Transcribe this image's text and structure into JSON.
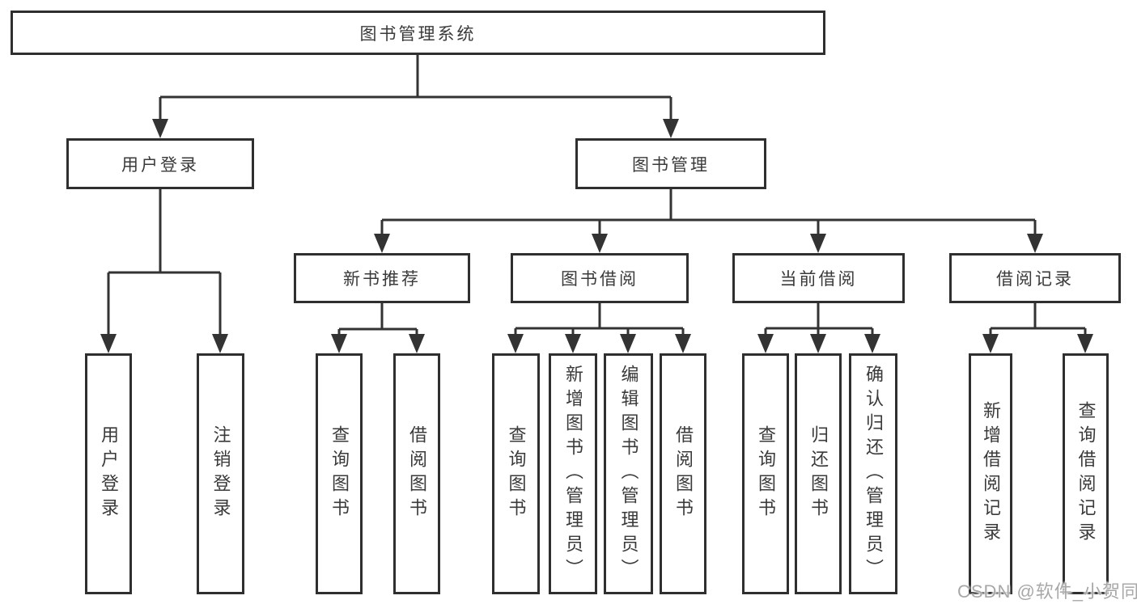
{
  "diagram_title": "图书管理系统",
  "tree": {
    "label": "图书管理系统",
    "children": [
      {
        "label": "用户登录",
        "children": [
          {
            "label": "用户登录"
          },
          {
            "label": "注销登录"
          }
        ]
      },
      {
        "label": "图书管理",
        "children": [
          {
            "label": "新书推荐",
            "children": [
              {
                "label": "查询图书"
              },
              {
                "label": "借阅图书"
              }
            ]
          },
          {
            "label": "图书借阅",
            "children": [
              {
                "label": "查询图书"
              },
              {
                "label": "新增图书（管理员）"
              },
              {
                "label": "编辑图书（管理员）"
              },
              {
                "label": "借阅图书"
              }
            ]
          },
          {
            "label": "当前借阅",
            "children": [
              {
                "label": "查询图书"
              },
              {
                "label": "归还图书"
              },
              {
                "label": "确认归还（管理员）"
              }
            ]
          },
          {
            "label": "借阅记录",
            "children": [
              {
                "label": "新增借阅记录"
              },
              {
                "label": "查询借阅记录"
              }
            ]
          }
        ]
      }
    ]
  },
  "watermark": {
    "text": "CSDN @软件_小贺同学"
  },
  "colors": {
    "background": "#ffffff",
    "node_border": "#2f2f2f",
    "connector_line": "#333333",
    "node_text": "#3a3a3a",
    "watermark_text": "#a8a8a8"
  }
}
